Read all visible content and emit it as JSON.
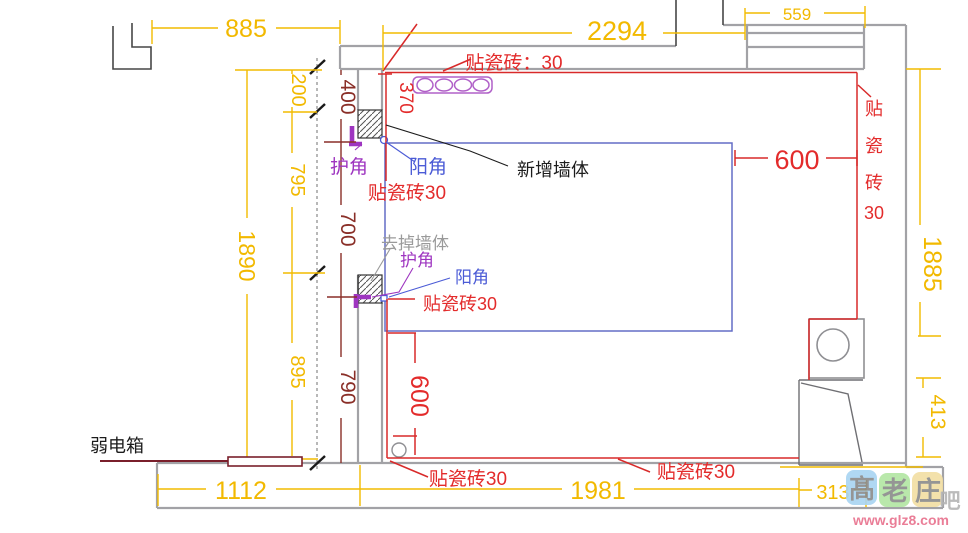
{
  "drawing_type": "kitchen-renovation-floor-plan",
  "colors": {
    "dimension_yellow": "#f2b900",
    "dimension_maroon": "#8a2f28",
    "tile_red": "#e32b2b",
    "corner_guard_purple": "#9e35c0",
    "external_corner_blue": "#4b5bd6",
    "wall_gray": "#a6a6aa",
    "removed_wall_gray": "#9a9a9a",
    "watermark_pink": "#e8708c"
  },
  "dims": {
    "top_left": "885",
    "top_main": "2294",
    "top_right": "559",
    "left_200": "200",
    "left_795": "795",
    "left_895": "895",
    "left_overall": "1890",
    "opening_400": "400",
    "opening_700": "700",
    "opening_790": "790",
    "tile_370": "370",
    "tile_600_vertical": "600",
    "tile_600_horizontal": "600",
    "bottom_left": "1112",
    "bottom_main": "1981",
    "bottom_right": "313",
    "right_overall": "1885",
    "right_413": "413"
  },
  "labels": {
    "tile_top": "贴瓷砖：30",
    "tile_30_upper": "贴瓷砖30",
    "tile_30_mid": "贴瓷砖30",
    "tile_30_bottom_left": "贴瓷砖30",
    "tile_30_bottom_mid": "贴瓷砖30",
    "tile_right_vertical": [
      "贴",
      "瓷",
      "砖",
      "30"
    ],
    "corner_guard_1": "护角",
    "corner_guard_2": "护角",
    "external_corner_1": "阳角",
    "external_corner_2": "阳角",
    "new_wall": "新增墙体",
    "removed_wall": "去掉墙体",
    "weak_current_box": "弱电箱"
  },
  "watermark": {
    "char1": "髙",
    "char2": "老",
    "char3": "庄",
    "char4": "吧",
    "url": "www.glz8.com"
  }
}
